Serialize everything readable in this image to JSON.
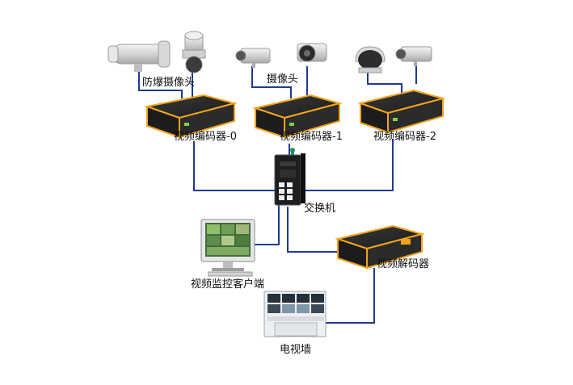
{
  "labels": {
    "explosion_camera": "防爆摄像头",
    "camera": "摄像头",
    "encoder_0": "视频编码器-0",
    "encoder_1": "视频编码器-1",
    "encoder_2": "视频编码器-2",
    "switch": "交换机",
    "client": "视频监控客户端",
    "decoder": "视频解码器",
    "video_wall": "电视墙"
  },
  "colors": {
    "link": "#1f3a93",
    "device_body": "#2b2b2b",
    "device_accent": "#f2a31b",
    "camera_body": "#dcdcdc"
  },
  "icons": [
    "bullet-camera-icon",
    "dome-ptz-camera-icon",
    "box-camera-icon",
    "encoder-icon",
    "network-switch-icon",
    "monitor-workstation-icon",
    "decoder-icon",
    "video-wall-icon"
  ]
}
